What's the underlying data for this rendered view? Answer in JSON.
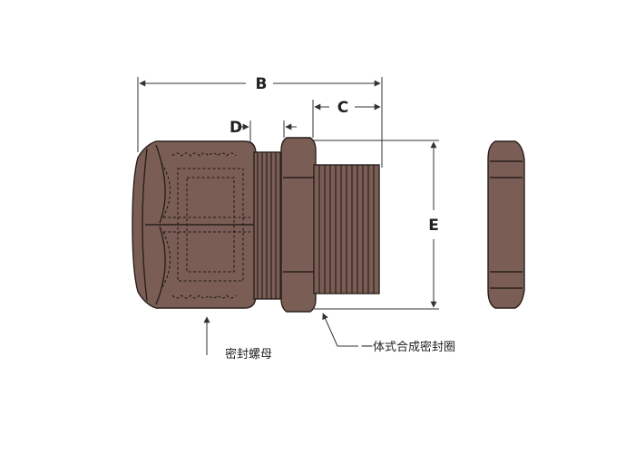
{
  "dimensions": {
    "b": "B",
    "c": "C",
    "d": "D",
    "e": "E"
  },
  "callouts": {
    "sealing_nut": "密封螺母",
    "integrated_seal": "一体式合成密封圈"
  },
  "colors": {
    "body": "#7a5e55",
    "outline": "#2b1f1c",
    "dim_line": "#333333"
  }
}
